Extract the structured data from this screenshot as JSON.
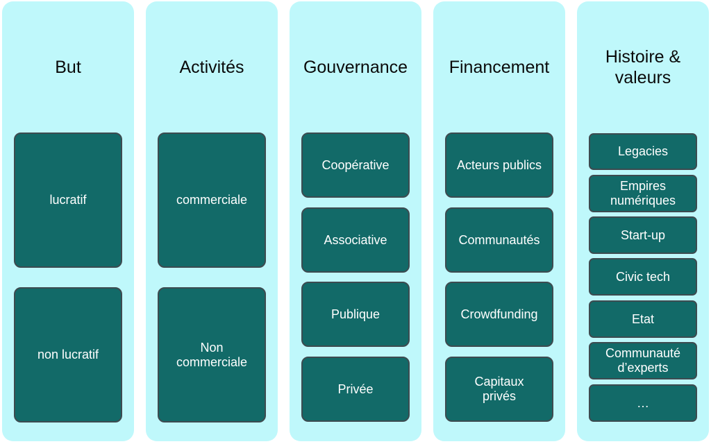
{
  "colors": {
    "column_background": "#bff8fb",
    "box_fill": "#126a68",
    "box_border": "#3d4b50",
    "box_text": "#ffffff",
    "title_text": "#0a0a0a"
  },
  "columns": [
    {
      "title": "But",
      "items": [
        "lucratif",
        "non lucratif"
      ]
    },
    {
      "title": "Activités",
      "items": [
        "commerciale",
        "Non\ncommerciale"
      ]
    },
    {
      "title": "Gouvernance",
      "items": [
        "Coopérative",
        "Associative",
        "Publique",
        "Privée"
      ]
    },
    {
      "title": "Financement",
      "items": [
        "Acteurs publics",
        "Communautés",
        "Crowdfunding",
        "Capitaux\nprivés"
      ]
    },
    {
      "title": "Histoire &\nvaleurs",
      "items": [
        "Legacies",
        "Empires\nnumériques",
        "Start-up",
        "Civic tech",
        "Etat",
        "Communauté\nd’experts",
        "…"
      ]
    }
  ]
}
